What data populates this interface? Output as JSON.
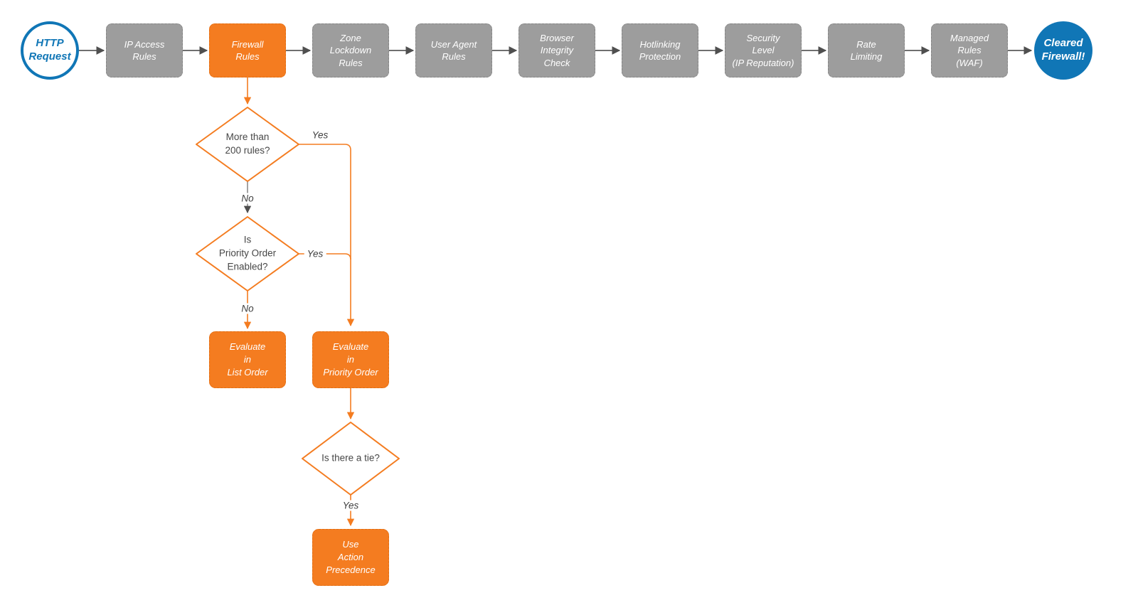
{
  "colors": {
    "accent_orange": "#F47C20",
    "stage_gray": "#9D9D9D",
    "brand_blue": "#1076B6",
    "connector_gray": "#5B5B5B",
    "decision_text": "#474747"
  },
  "pipeline": {
    "start": {
      "label": "HTTP\nRequest"
    },
    "stages": [
      {
        "label": "IP Access\nRules"
      },
      {
        "label": "Firewall\nRules",
        "highlighted": true
      },
      {
        "label": "Zone\nLockdown\nRules"
      },
      {
        "label": "User Agent\nRules"
      },
      {
        "label": "Browser\nIntegrity\nCheck"
      },
      {
        "label": "Hotlinking\nProtection"
      },
      {
        "label": "Security\nLevel\n(IP Reputation)"
      },
      {
        "label": "Rate\nLimiting"
      },
      {
        "label": "Managed\nRules\n(WAF)"
      }
    ],
    "end": {
      "label": "Cleared\nFirewall!"
    }
  },
  "firewall_rules_branch": {
    "decisions": [
      {
        "label": "More than\n200 rules?"
      },
      {
        "label": "Is\nPriority Order\nEnabled?"
      },
      {
        "label": "Is there a tie?"
      }
    ],
    "processes": [
      {
        "label": "Evaluate\nin\nList Order"
      },
      {
        "label": "Evaluate\nin\nPriority Order"
      },
      {
        "label": "Use\nAction\nPrecedence"
      }
    ],
    "edge_labels": {
      "yes_more_than_200": "Yes",
      "no_more_than_200": "No",
      "yes_priority_enabled": "Yes",
      "no_priority_enabled": "No",
      "yes_tie": "Yes"
    }
  }
}
